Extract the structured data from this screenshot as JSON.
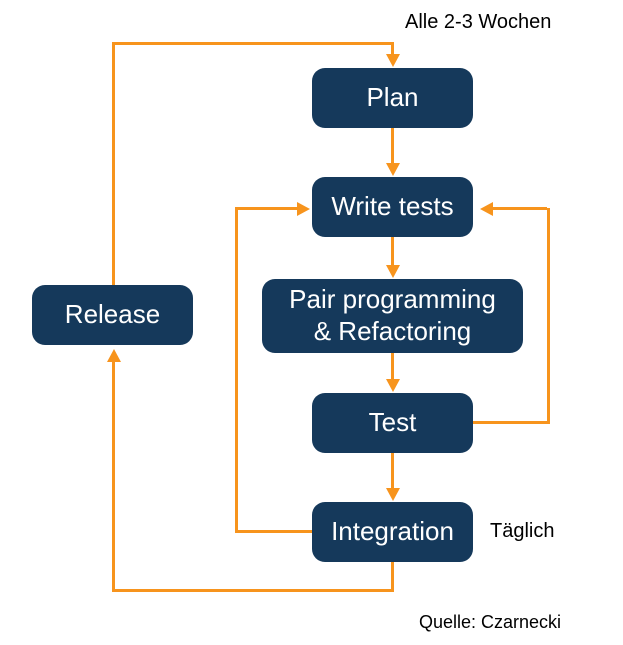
{
  "colors": {
    "node_fill": "#15395B",
    "node_text": "#FFFFFF",
    "arrow": "#F7941D",
    "label_text": "#000000",
    "background": "#FFFFFF"
  },
  "nodes": {
    "plan": {
      "label": "Plan"
    },
    "write_tests": {
      "label": "Write tests"
    },
    "pair_programming": {
      "label": "Pair programming & Refactoring",
      "lines": [
        "Pair programming",
        "& Refactoring"
      ]
    },
    "test": {
      "label": "Test"
    },
    "integration": {
      "label": "Integration"
    },
    "release": {
      "label": "Release"
    }
  },
  "annotations": {
    "iteration_label": "Alle 2-3 Wochen",
    "daily_label": "Täglich",
    "source_label": "Quelle: Czarnecki"
  },
  "edges": [
    {
      "from": "release",
      "to": "plan",
      "annotation": "Alle 2-3 Wochen"
    },
    {
      "from": "plan",
      "to": "write_tests"
    },
    {
      "from": "write_tests",
      "to": "pair_programming"
    },
    {
      "from": "pair_programming",
      "to": "test"
    },
    {
      "from": "test",
      "to": "write_tests"
    },
    {
      "from": "test",
      "to": "integration"
    },
    {
      "from": "integration",
      "to": "write_tests",
      "annotation": "Täglich"
    },
    {
      "from": "integration",
      "to": "release"
    }
  ]
}
